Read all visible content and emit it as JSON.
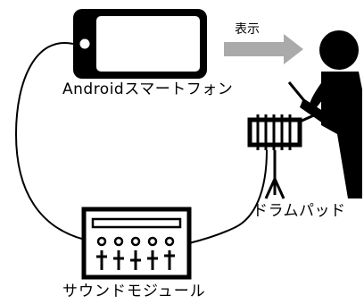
{
  "labels": {
    "smartphone": "Androidスマートフォン",
    "display_arrow": "表示",
    "drum_pad": "ドラムパッド",
    "sound_module": "サウンドモジュール"
  },
  "colors": {
    "ink": "#000000",
    "arrow": "#aaaaaa",
    "background": "#ffffff"
  },
  "icons": [
    "smartphone-icon",
    "display-arrow-icon",
    "drummer-icon",
    "drum-pad-icon",
    "sound-module-icon"
  ]
}
